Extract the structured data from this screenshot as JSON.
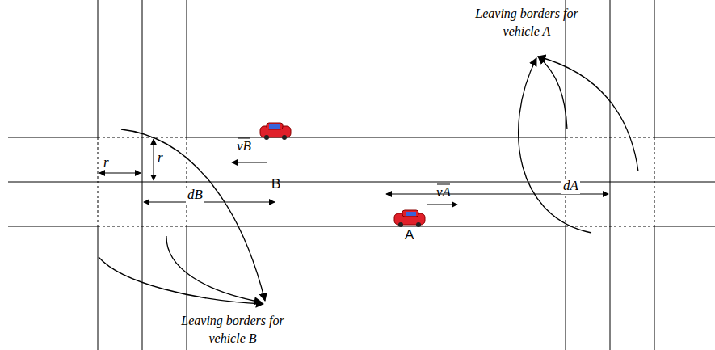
{
  "diagram": {
    "labels": [
      "Leaving borders for vehicle A",
      "Leaving borders for vehicle B",
      "r",
      "r",
      "vB",
      "B",
      "dB",
      "vA",
      "A",
      "dA"
    ]
  }
}
